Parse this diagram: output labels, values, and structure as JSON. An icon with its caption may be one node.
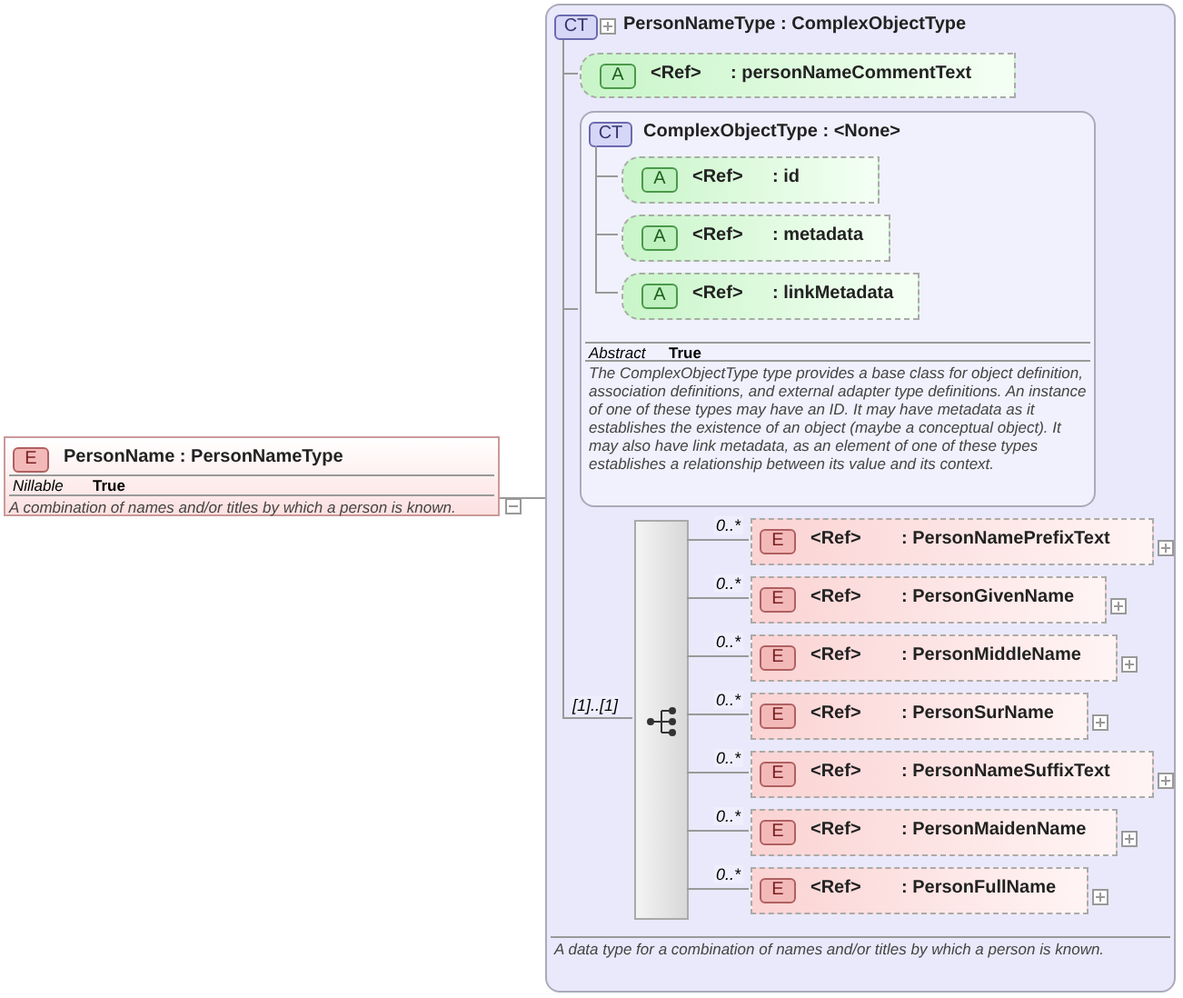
{
  "diagram": {
    "nodes": [
      {
        "text": [
          "E",
          "PersonName : PersonNameType",
          "Nillable",
          "True",
          "A combination of names and/or titles by which a person is known."
        ]
      },
      {
        "text": [
          "CT",
          "PersonNameType : ComplexObjectType",
          "A data type for a combination of names and/or titles by which a person is known."
        ]
      },
      {
        "text": [
          "A",
          "<Ref>",
          ": personNameCommentText"
        ],
        "in": 1
      },
      {
        "text": [
          "CT",
          "ComplexObjectType : <None>",
          "Abstract",
          "True",
          "The ComplexObjectType type provides a base class for object definition, association definitions, and external adapter type definitions. An instance of one of these types may have an ID. It may have metadata as it establishes the existence of an object (maybe a conceptual object). It may also have link metadata, as an element of one of these types establishes a relationship between its value and its context."
        ],
        "in": 1
      },
      {
        "text": [
          "A",
          "<Ref>",
          ": id"
        ],
        "in": 3
      },
      {
        "text": [
          "A",
          "<Ref>",
          ": metadata"
        ],
        "in": 3
      },
      {
        "text": [
          "A",
          "<Ref>",
          ": linkMetadata"
        ],
        "in": 3
      },
      {
        "text": [],
        "shape": "bar",
        "in": 1
      },
      {
        "text": [
          "E",
          "<Ref>",
          ": PersonNamePrefixText"
        ],
        "in": 1
      },
      {
        "text": [
          "E",
          "<Ref>",
          ": PersonGivenName"
        ],
        "in": 1
      },
      {
        "text": [
          "E",
          "<Ref>",
          ": PersonMiddleName"
        ],
        "in": 1
      },
      {
        "text": [
          "E",
          "<Ref>",
          ": PersonSurName"
        ],
        "in": 1
      },
      {
        "text": [
          "E",
          "<Ref>",
          ": PersonNameSuffixText"
        ],
        "in": 1
      },
      {
        "text": [
          "E",
          "<Ref>",
          ": PersonMaidenName"
        ],
        "in": 1
      },
      {
        "text": [
          "E",
          "<Ref>",
          ": PersonFullName"
        ],
        "in": 1
      }
    ],
    "edges": [
      {
        "from": 0,
        "to": 1,
        "arrow": "none"
      },
      {
        "from": 1,
        "to": 2,
        "arrow": "none"
      },
      {
        "from": 1,
        "to": 3,
        "arrow": "none"
      },
      {
        "from": 1,
        "to": 7,
        "arrow": "none",
        "label": "[1]..[1]"
      },
      {
        "from": 3,
        "to": 4,
        "arrow": "none"
      },
      {
        "from": 3,
        "to": 5,
        "arrow": "none"
      },
      {
        "from": 3,
        "to": 6,
        "arrow": "none"
      },
      {
        "from": 7,
        "to": 8,
        "arrow": "none",
        "label": "0..*"
      },
      {
        "from": 7,
        "to": 9,
        "arrow": "none",
        "label": "0..*"
      },
      {
        "from": 7,
        "to": 10,
        "arrow": "none",
        "label": "0..*"
      },
      {
        "from": 7,
        "to": 11,
        "arrow": "none",
        "label": "0..*"
      },
      {
        "from": 7,
        "to": 12,
        "arrow": "none",
        "label": "0..*"
      },
      {
        "from": 7,
        "to": 13,
        "arrow": "none",
        "label": "0..*"
      },
      {
        "from": 7,
        "to": 14,
        "arrow": "none",
        "label": "0..*"
      }
    ]
  }
}
